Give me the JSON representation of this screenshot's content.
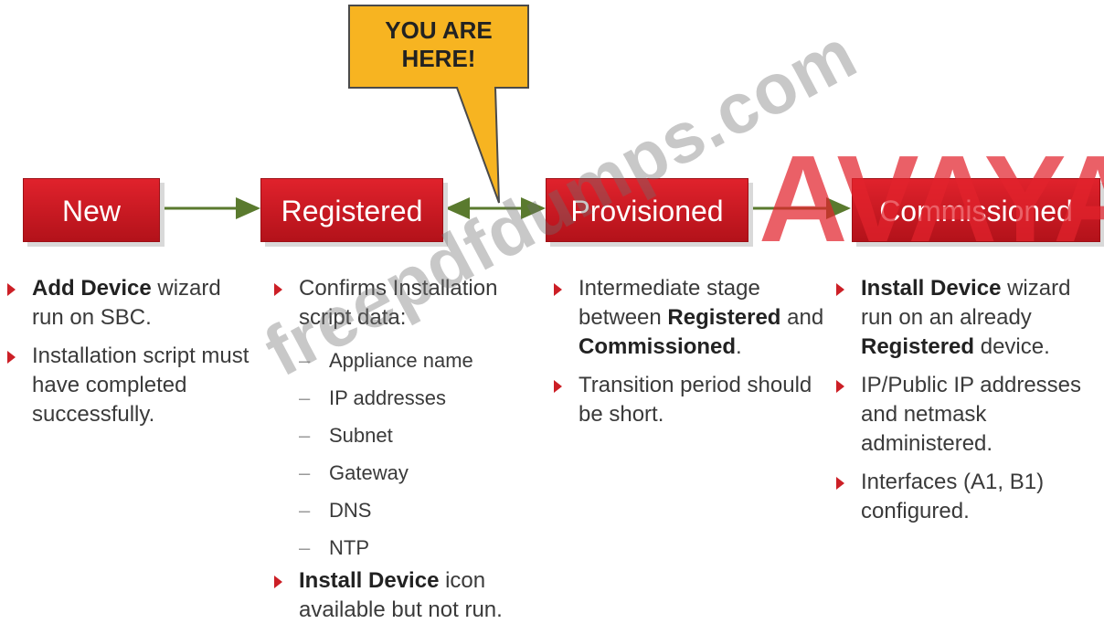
{
  "callout": {
    "line1": "YOU ARE",
    "line2": "HERE!"
  },
  "stages": [
    "New",
    "Registered",
    "Provisioned",
    "Commissioned"
  ],
  "colors": {
    "stage": "#cc1f26",
    "connector": "#5a7a2e",
    "callout": "#f7b421",
    "bullet": "#cc1f26"
  },
  "columns": {
    "new": {
      "b1": {
        "bold": "Add Device",
        "rest": " wizard run on SBC."
      },
      "b2": {
        "text": "Installation script must have completed successfully."
      }
    },
    "registered": {
      "b1": {
        "text": "Confirms Installation script data:"
      },
      "subs": [
        "Appliance name",
        "IP addresses",
        "Subnet",
        "Gateway",
        "DNS",
        "NTP"
      ],
      "b2": {
        "bold": "Install Device",
        "rest": " icon available but not run."
      }
    },
    "provisioned": {
      "b1": {
        "pre": "Intermediate stage between ",
        "bold1": "Registered",
        "mid": " and ",
        "bold2": "Commissioned",
        "post": "."
      },
      "b2": {
        "text": "Transition period should be short."
      }
    },
    "commissioned": {
      "b1": {
        "bold": "Install Device",
        "mid": " wizard run on an already ",
        "bold2": "Registered",
        "post": " device."
      },
      "b2": {
        "text": "IP/Public IP addresses and netmask administered."
      },
      "b3": {
        "text": "Interfaces (A1, B1) configured."
      }
    }
  },
  "watermarks": {
    "brand": "AVAYA",
    "site": "freepdfdumps.com"
  }
}
